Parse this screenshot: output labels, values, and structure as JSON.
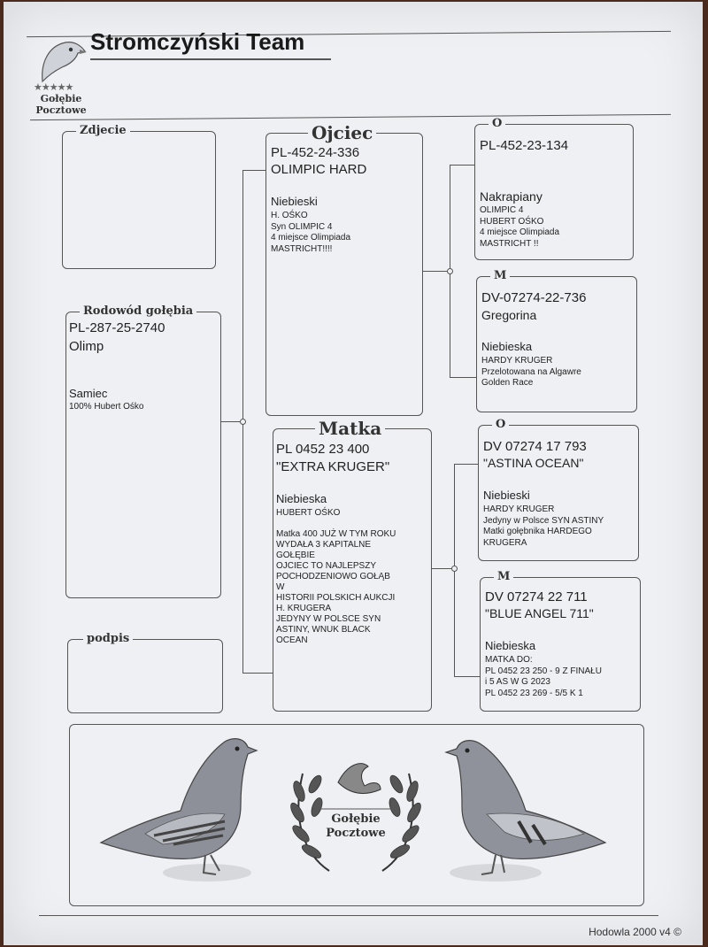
{
  "header": {
    "title": "Stromczyński Team",
    "logo_stars": "★★★★★",
    "logo_line1": "Gołębie",
    "logo_line2": "Pocztowe"
  },
  "photo": {
    "legend": "Zdjecie"
  },
  "pigeon": {
    "legend": "Rodowód gołębia",
    "ring": "PL-287-25-2740",
    "name": "Olimp",
    "sex": "Samiec",
    "notes": [
      "100% Hubert Ośko"
    ]
  },
  "signature": {
    "legend": "podpis"
  },
  "father": {
    "legend": "Ojciec",
    "ring": "PL-452-24-336",
    "name": "OLIMPIC HARD",
    "color": "Niebieski",
    "notes": [
      "H. OŚKO",
      "Syn OLIMPIC 4",
      "4 miejsce Olimpiada",
      "MASTRICHT!!!!"
    ]
  },
  "mother": {
    "legend": "Matka",
    "ring": "PL 0452 23 400",
    "name": "\"EXTRA KRUGER\"",
    "color": "Niebieska",
    "notes": [
      "HUBERT OŚKO",
      "",
      "Matka 400 JUŻ W TYM ROKU",
      "WYDAŁA 3 KAPITALNE",
      "GOŁĘBIE",
      "OJCIEC TO NAJLEPSZY",
      "POCHODZENIOWO GOŁĄB",
      "W",
      "HISTORII POLSKICH AUKCJI",
      "H. KRUGERA",
      "JEDYNY W POLSCE SYN",
      "ASTINY, WNUK BLACK",
      "OCEAN"
    ]
  },
  "ff": {
    "legend": "O",
    "ring": "PL-452-23-134",
    "name": "",
    "color": "Nakrapiany",
    "notes": [
      "OLIMPIC 4",
      "HUBERT OŚKO",
      "4 miejsce Olimpiada",
      "MASTRICHT !!"
    ]
  },
  "fm": {
    "legend": "M",
    "ring": "DV-07274-22-736",
    "name": "Gregorina",
    "color": "Niebieska",
    "notes": [
      "HARDY KRUGER",
      "Przelotowana na Algawre",
      "Golden Race"
    ]
  },
  "mf": {
    "legend": "O",
    "ring": "DV 07274 17 793",
    "name": "\"ASTINA OCEAN\"",
    "color": "Niebieski",
    "notes": [
      "HARDY KRUGER",
      "Jedyny w Polsce SYN ASTINY",
      "Matki gołębnika HARDEGO",
      "KRUGERA"
    ]
  },
  "mm": {
    "legend": "M",
    "ring": "DV 07274 22 711",
    "name": "\"BLUE ANGEL 711\"",
    "color": "Niebieska",
    "notes": [
      "MATKA DO:",
      "PL 0452 23 250 - 9 Z FINAŁU",
      "i 5 AS W G 2023",
      "PL 0452 23 269 - 5/5 K 1"
    ]
  },
  "banner": {
    "line1": "Gołębie",
    "line2": "Pocztowe"
  },
  "footer": "Hodowla 2000 v4 ©"
}
